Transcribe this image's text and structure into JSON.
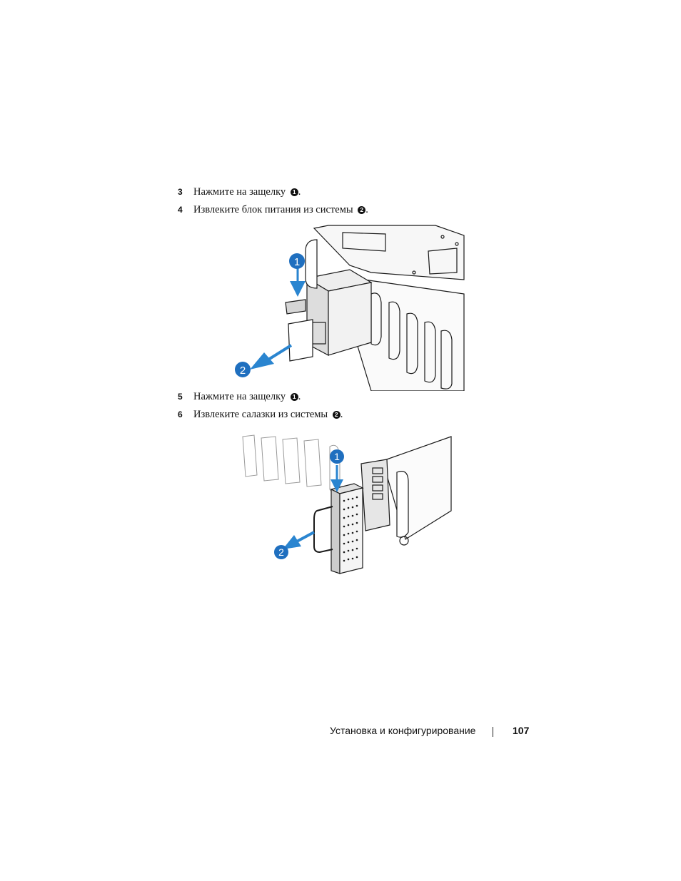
{
  "steps": [
    {
      "num": "3",
      "text": "Нажмите на защелку",
      "marker": "1",
      "end": "."
    },
    {
      "num": "4",
      "text": "Извлеките блок питания из системы",
      "marker": "2",
      "end": "."
    },
    {
      "num": "5",
      "text": "Нажмите на защелку",
      "marker": "1",
      "end": "."
    },
    {
      "num": "6",
      "text": "Извлеките салазки из системы",
      "marker": "2",
      "end": "."
    }
  ],
  "figure1": {
    "callout1": "1",
    "callout2": "2"
  },
  "figure2": {
    "callout1": "1",
    "callout2": "2"
  },
  "footer": {
    "section": "Установка и конфигурирование",
    "page": "107"
  },
  "colors": {
    "callout": "#1f6fbf",
    "arrow": "#2a85d0",
    "line": "#1a1a1a"
  }
}
